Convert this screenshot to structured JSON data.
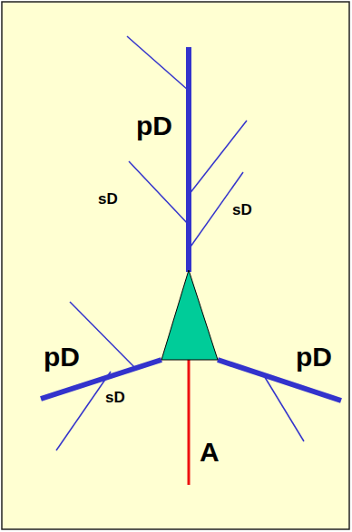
{
  "diagram": {
    "labels": [
      "pD",
      "sD",
      "sD",
      "pD",
      "pD",
      "sD",
      "A"
    ]
  }
}
